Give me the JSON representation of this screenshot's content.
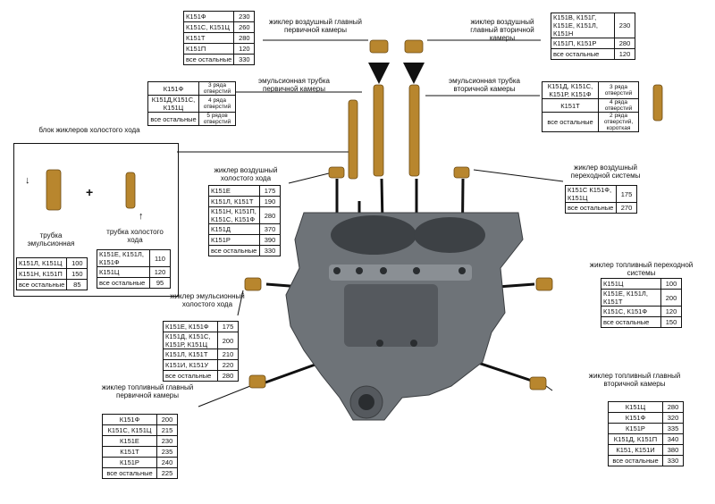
{
  "labels": {
    "air_main_primary": "жиклер воздушный главный первичной камеры",
    "air_main_secondary": "жиклер воздушный главный вторичной камеры",
    "emulsion_primary": "эмульсионная трубка первичной камеры",
    "emulsion_secondary": "эмульсионная трубка вторичной камеры",
    "idle_block": "блок жиклеров холостого хода",
    "idle_emulsion_tube": "трубка эмульсионная",
    "idle_tube": "трубка холостого хода",
    "air_idle": "жиклер воздушный холостого хода",
    "air_transition": "жиклер воздушный переходной системы",
    "fuel_transition": "жиклер топливный переходной системы",
    "emulsion_idle": "жиклер эмульсионный холостого хода",
    "fuel_main_primary": "жиклер топливный главный первичной камеры",
    "fuel_main_secondary": "жиклер топливный главный вторичной камеры"
  },
  "tables": {
    "air_main_primary": [
      [
        "К151Ф",
        "230"
      ],
      [
        "К151С, К151Ц",
        "260"
      ],
      [
        "К151Т",
        "280"
      ],
      [
        "К151П",
        "120"
      ],
      [
        "все остальные",
        "330"
      ]
    ],
    "air_main_secondary": [
      [
        "К151В, К151Г, К151Е, К151Л, К151Н",
        "230"
      ],
      [
        "К151П, К151Р",
        "280"
      ],
      [
        "все остальные",
        "120"
      ]
    ],
    "emulsion_primary": [
      [
        "К151Ф",
        "3 ряда отверстий"
      ],
      [
        "К151Д,К151С, К151Ц",
        "4 ряда отверстий"
      ],
      [
        "все остальные",
        "5 рядов отверстий"
      ]
    ],
    "emulsion_secondary": [
      [
        "К151Д, К151С, К151Р, К151Ф",
        "3 ряда отверстий"
      ],
      [
        "К151Т",
        "4 ряда отверстий"
      ],
      [
        "все остальные",
        "2 ряда отверстий, короткая"
      ]
    ],
    "idle_left": [
      [
        "К151Л, К151Ц",
        "100"
      ],
      [
        "К151Н, К151П",
        "150"
      ],
      [
        "все остальные",
        "85"
      ]
    ],
    "idle_right": [
      [
        "К151Е, К151Л, К151Ф",
        "110"
      ],
      [
        "К151Ц",
        "120"
      ],
      [
        "все остальные",
        "95"
      ]
    ],
    "air_idle": [
      [
        "К151Е",
        "175"
      ],
      [
        "К151Л, К151Т",
        "190"
      ],
      [
        "К151Н, К151П, К151С, К151Ф",
        "280"
      ],
      [
        "К151Д",
        "370"
      ],
      [
        "К151Р",
        "390"
      ],
      [
        "все остальные",
        "330"
      ]
    ],
    "air_transition": [
      [
        "К151С К151Ф, К151Ц",
        "175"
      ],
      [
        "все остальные",
        "270"
      ]
    ],
    "fuel_transition": [
      [
        "К151Ц",
        "100"
      ],
      [
        "К151Е, К151Л, К151Т",
        "200"
      ],
      [
        "К151С, К151Ф",
        "120"
      ],
      [
        "все остальные",
        "150"
      ]
    ],
    "emulsion_idle": [
      [
        "К151Е, К151Ф",
        "175"
      ],
      [
        "К151Д, К151С, К151Р, К151Ц",
        "200"
      ],
      [
        "К151Л, К151Т",
        "210"
      ],
      [
        "К151И, К151У",
        "220"
      ],
      [
        "все остальные",
        "280"
      ]
    ],
    "fuel_main_primary": [
      [
        "К151Ф",
        "200"
      ],
      [
        "К151С, К151Ц",
        "215"
      ],
      [
        "К151Е",
        "230"
      ],
      [
        "К151Т",
        "235"
      ],
      [
        "К151Р",
        "240"
      ],
      [
        "все остальные",
        "225"
      ]
    ],
    "fuel_main_secondary": [
      [
        "К151Ц",
        "280"
      ],
      [
        "К151Ф",
        "320"
      ],
      [
        "К151Р",
        "335"
      ],
      [
        "К151Д, К151П",
        "340"
      ],
      [
        "К151, К151И",
        "380"
      ],
      [
        "все остальные",
        "330"
      ]
    ]
  },
  "colors": {
    "brass": "#b8862e",
    "body": "#6e7378",
    "line": "#111111"
  }
}
